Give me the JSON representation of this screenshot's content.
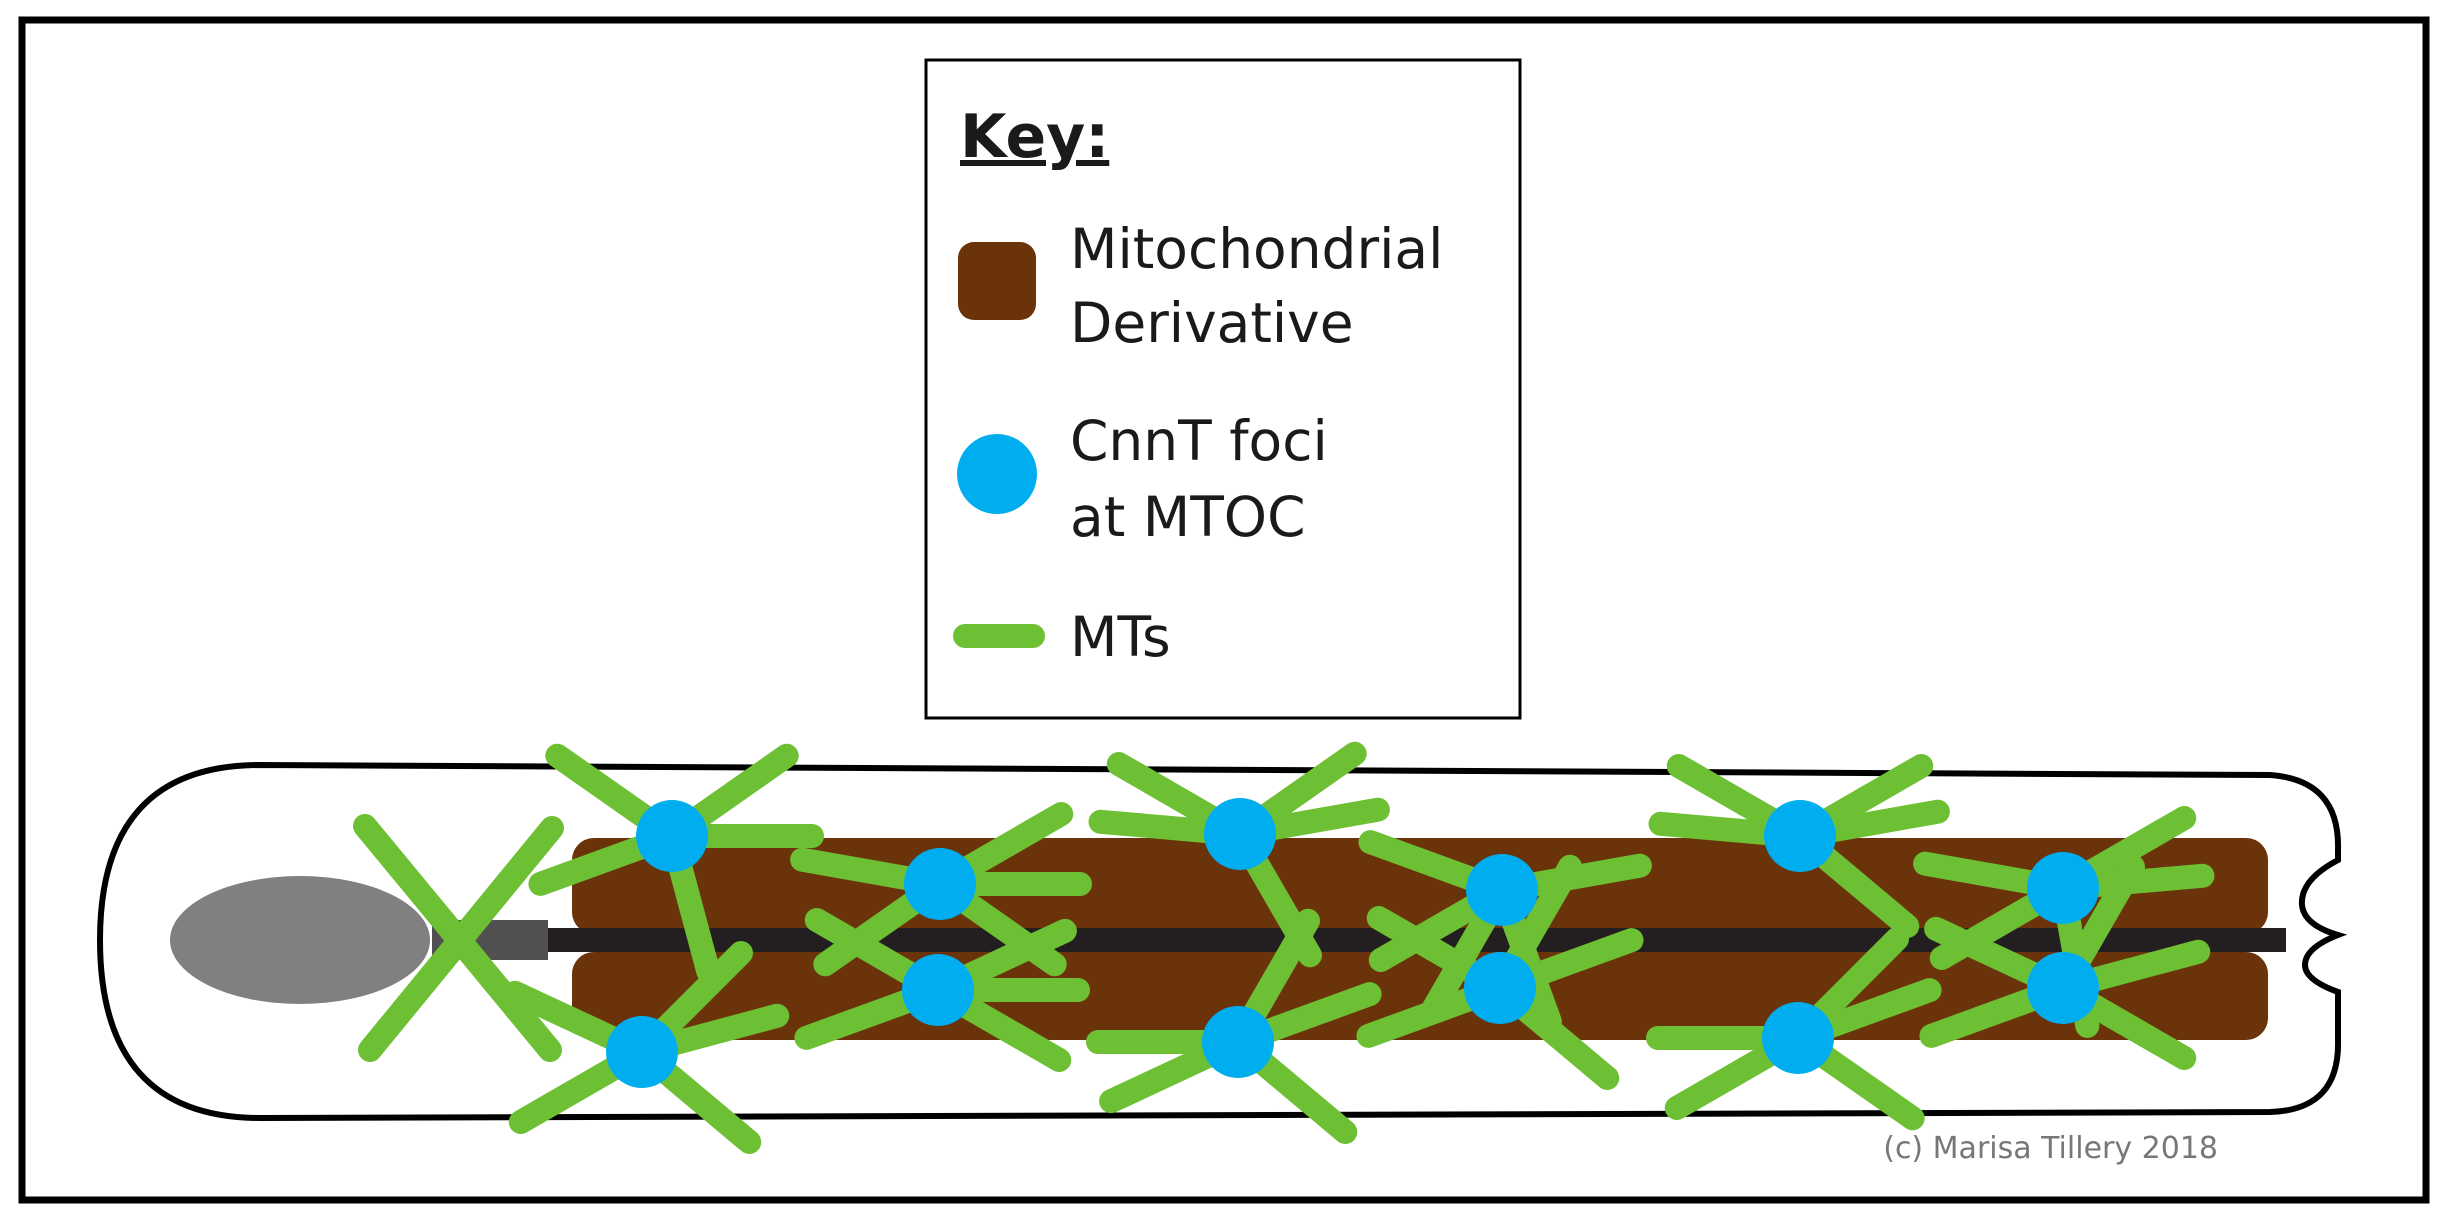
{
  "key": {
    "title": "Key:",
    "items": [
      {
        "lines": [
          "Mitochondrial",
          "Derivative"
        ],
        "icon": "mitochondrial-derivative-swatch",
        "color": "#6b3309"
      },
      {
        "lines": [
          "CnnT foci",
          "at MTOC"
        ],
        "icon": "cnnt-focus-dot",
        "color": "#00aeef"
      },
      {
        "lines": [
          "MTs"
        ],
        "icon": "microtubule-bar",
        "color": "#6dc033"
      }
    ]
  },
  "copyright": "(c) Marisa Tillery 2018",
  "colors": {
    "mitochondrial_derivative": "#6b3309",
    "cnnt_foci": "#00aeef",
    "microtubules": "#6dc033",
    "axoneme": "#231f20",
    "nucleus": "#808080",
    "basal_body": "#505050",
    "outline": "#000000"
  }
}
